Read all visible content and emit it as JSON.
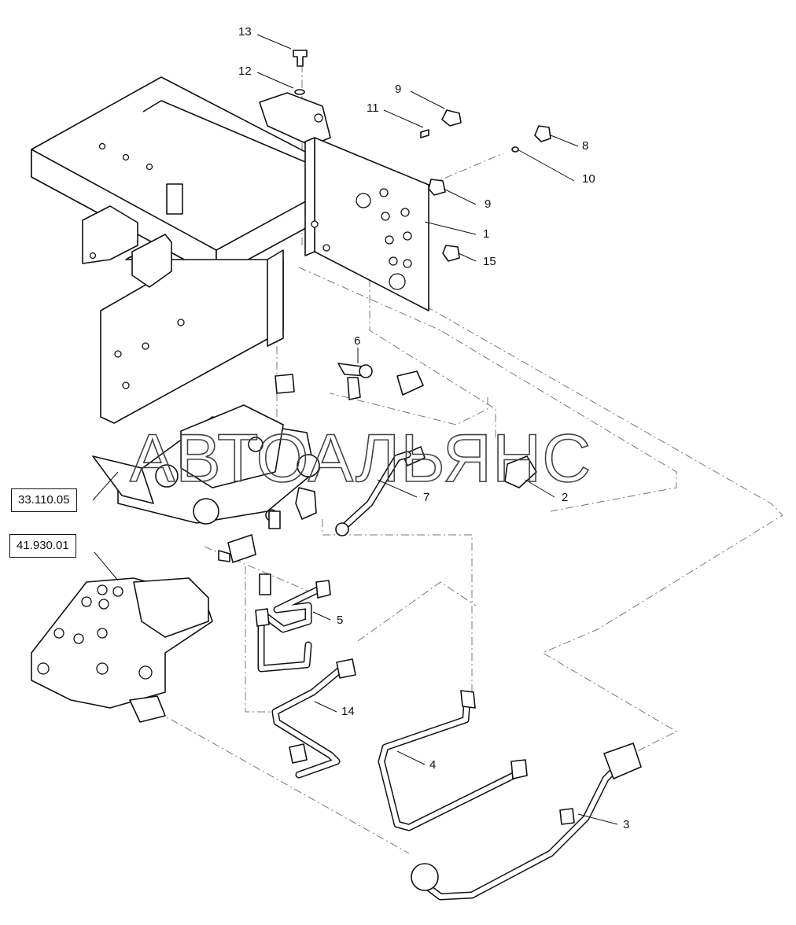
{
  "diagram": {
    "callouts": [
      "13",
      "12",
      "11",
      "9",
      "8",
      "10",
      "9",
      "1",
      "15",
      "6",
      "7",
      "2",
      "5",
      "14",
      "4",
      "3"
    ],
    "references": [
      "33.110.05",
      "41.930.01"
    ],
    "watermark": "АВТОАЛЬЯНС"
  }
}
